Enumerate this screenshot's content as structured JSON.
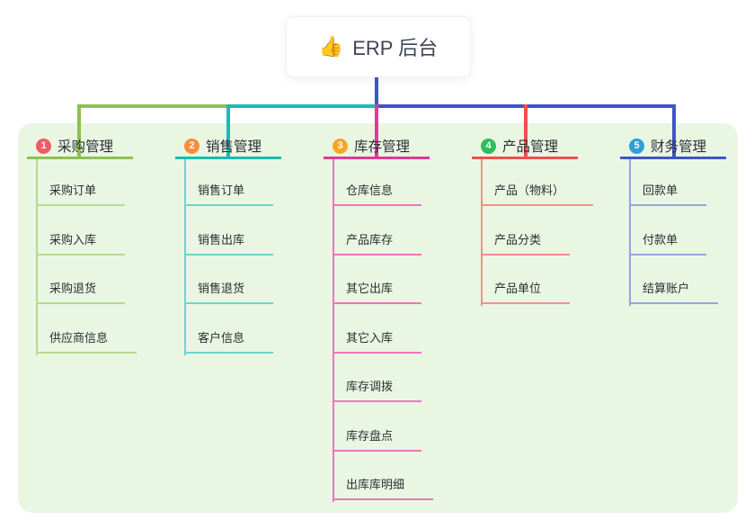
{
  "root": {
    "label": "ERP 后台",
    "icon": "👍"
  },
  "canvas": {
    "background": "#ffffff",
    "panel_color": "#e9f6e2",
    "root_line_color": "#4055c8"
  },
  "branches": [
    {
      "number": "1",
      "label": "采购管理",
      "colors": {
        "badge": "#f25b66",
        "main": "#8cc152",
        "light": "#b6db8f"
      },
      "children": [
        "采购订单",
        "采购入库",
        "采购退货",
        "供应商信息"
      ]
    },
    {
      "number": "2",
      "label": "销售管理",
      "colors": {
        "badge": "#f78e3d",
        "main": "#17bcb4",
        "light": "#6fd3cc"
      },
      "children": [
        "销售订单",
        "销售出库",
        "销售退货",
        "客户信息"
      ]
    },
    {
      "number": "3",
      "label": "库存管理",
      "colors": {
        "badge": "#f5a723",
        "main": "#e03a96",
        "light": "#f075bd"
      },
      "children": [
        "仓库信息",
        "产品库存",
        "其它出库",
        "其它入库",
        "库存调拨",
        "库存盘点",
        "出库库明细"
      ]
    },
    {
      "number": "4",
      "label": "产品管理",
      "colors": {
        "badge": "#2dbd5b",
        "main": "#f0504f",
        "light": "#f58f8e"
      },
      "children": [
        "产品（物料）",
        "产品分类",
        "产品单位"
      ]
    },
    {
      "number": "5",
      "label": "财务管理",
      "colors": {
        "badge": "#2e9fd8",
        "main": "#4055c8",
        "light": "#93a6e0"
      },
      "children": [
        "回款单",
        "付款单",
        "结算账户"
      ]
    }
  ]
}
